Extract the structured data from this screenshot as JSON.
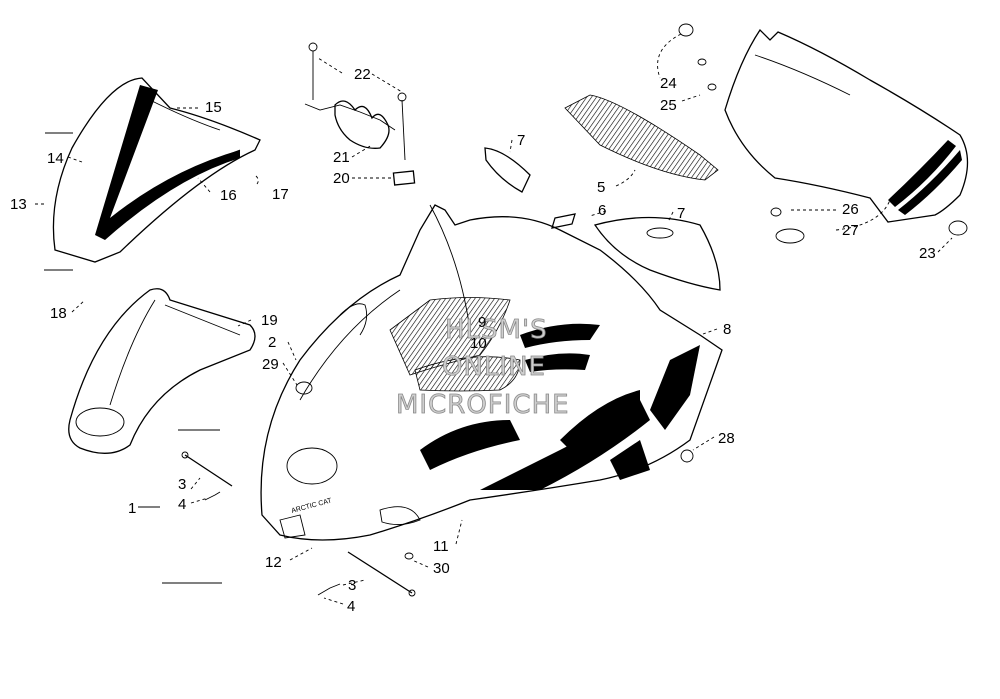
{
  "callouts": {
    "c1": "1",
    "c2": "2",
    "c3a": "3",
    "c3b": "3",
    "c4a": "4",
    "c4b": "4",
    "c5": "5",
    "c6": "6",
    "c7a": "7",
    "c7b": "7",
    "c8": "8",
    "c9": "9",
    "c10": "10",
    "c11": "11",
    "c12": "12",
    "c13": "13",
    "c14": "14",
    "c15": "15",
    "c16": "16",
    "c17": "17",
    "c18": "18",
    "c19": "19",
    "c20": "20",
    "c21": "21",
    "c22": "22",
    "c23": "23",
    "c24": "24",
    "c25": "25",
    "c26": "26",
    "c27": "27",
    "c28": "28",
    "c29": "29",
    "c30": "30"
  },
  "watermark": {
    "line1": "HLSM'S",
    "line2": "ONLINE",
    "line3": "MICROFICHE"
  },
  "decals": {
    "brand": "ARCTIC CAT"
  }
}
